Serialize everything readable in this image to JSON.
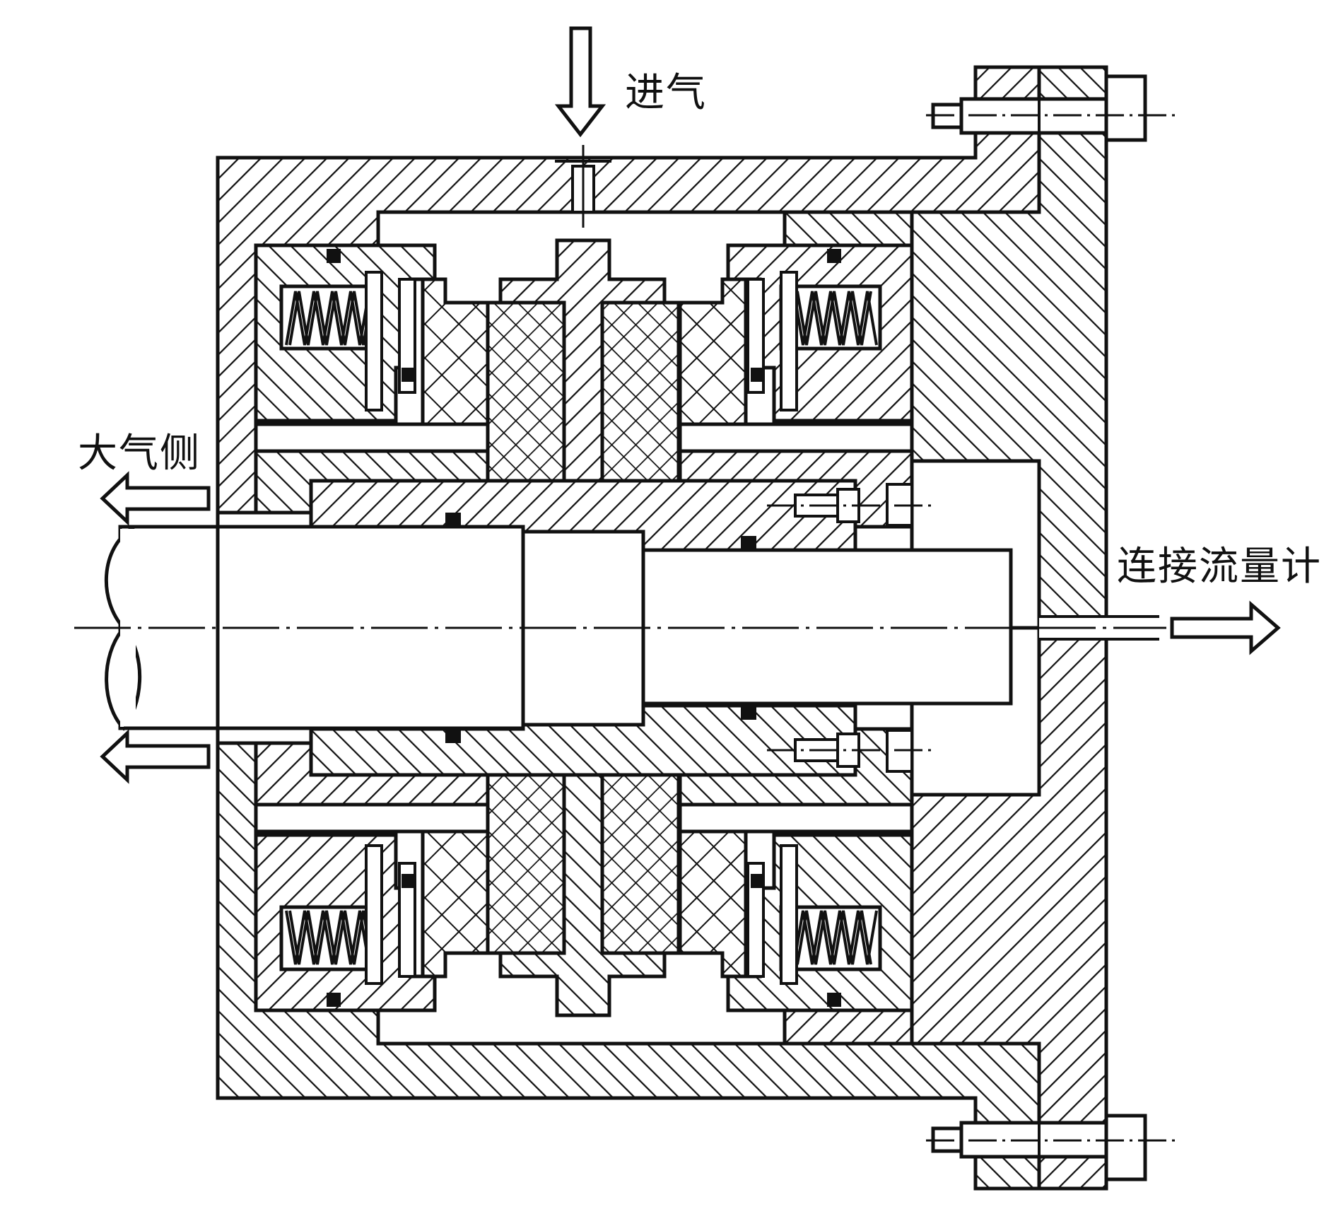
{
  "figure": {
    "title": "Mechanical seal test apparatus cross-section",
    "labels": {
      "inlet": "进气",
      "atmosphere_side": "大气侧",
      "to_flowmeter": "连接流量计"
    },
    "arrows": {
      "inlet": "down-arrow",
      "atmosphere_upper": "left-arrow",
      "atmosphere_lower": "left-arrow",
      "flowmeter": "right-arrow"
    },
    "colors": {
      "line": "#111111",
      "background": "#ffffff"
    },
    "components": [
      "housing",
      "end-flange",
      "flange-bolt",
      "shaft",
      "shaft-sleeve",
      "seal-gland",
      "spring",
      "stationary-ring",
      "rotating-ring",
      "o-ring",
      "set-screw",
      "inlet-port",
      "outlet-port"
    ]
  }
}
